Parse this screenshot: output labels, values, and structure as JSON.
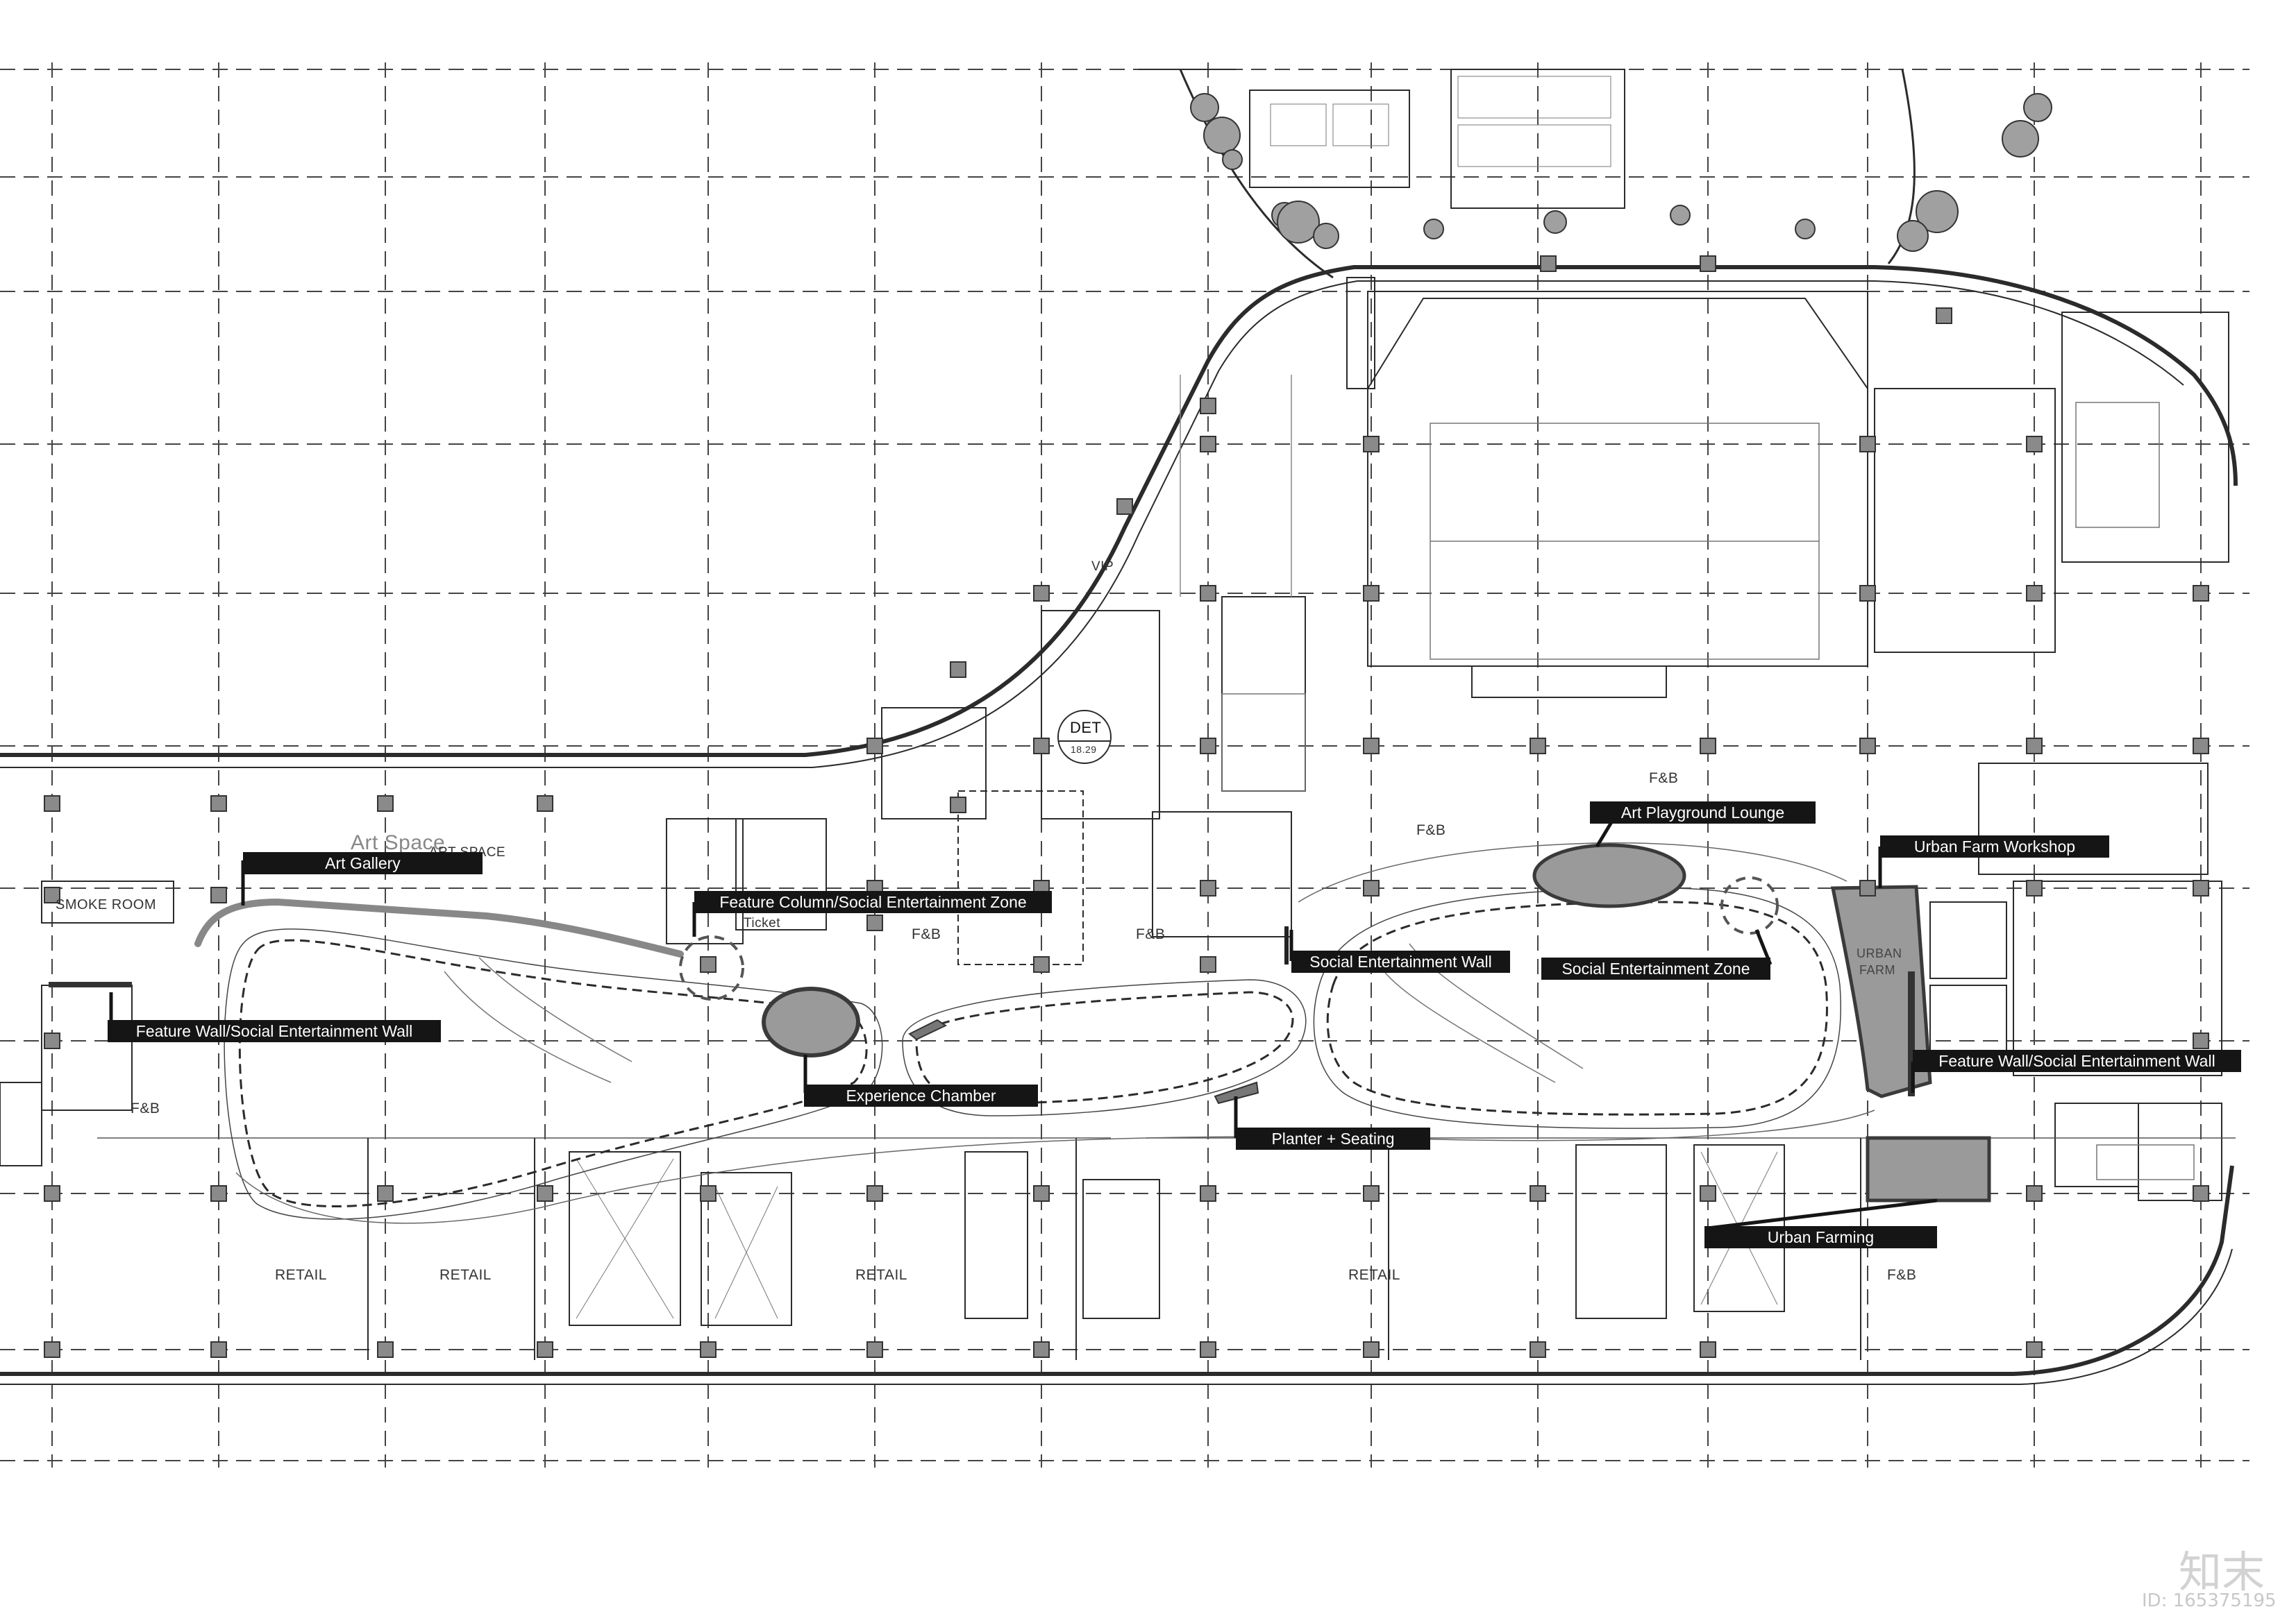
{
  "labels": {
    "art_space_script": "Art Space",
    "art_space_caps": "ART SPACE",
    "smoke_room": "SMOKE ROOM",
    "ticket": "Ticket",
    "vip": "VIP",
    "det_ref": "DET",
    "det_sheet": "18.29",
    "fb_west": "F&B",
    "fb_center_west": "F&B",
    "fb_center": "F&B",
    "fb_north": "F&B",
    "fb_north_east": "F&B",
    "fb_south_east": "F&B",
    "urban_farm": "URBAN FARM",
    "retail_1": "RETAIL",
    "retail_2": "RETAIL",
    "retail_3": "RETAIL",
    "retail_4": "RETAIL"
  },
  "callouts": {
    "art_gallery": "Art Gallery",
    "feature_column": "Feature Column/Social Entertainment Zone",
    "feature_wall_west": "Feature Wall/Social Entertainment Wall",
    "experience_chamber": "Experience Chamber",
    "social_entertainment_wall": "Social Entertainment Wall",
    "art_playground_lounge": "Art Playground Lounge",
    "social_entertainment_zone": "Social Entertainment Zone",
    "urban_farm_workshop": "Urban Farm Workshop",
    "feature_wall_east": "Feature Wall/Social Entertainment Wall",
    "planter_seating": "Planter + Seating",
    "urban_farming": "Urban Farming"
  },
  "watermark": {
    "brand": "知末",
    "id": "ID: 165375195"
  },
  "colors": {
    "linework": "#2b2b2b",
    "grid": "#444444",
    "highlight_fill": "#9a9a9a",
    "highlight_stroke": "#3a3a3a",
    "callout_bg": "#151515",
    "callout_text": "#ffffff"
  }
}
